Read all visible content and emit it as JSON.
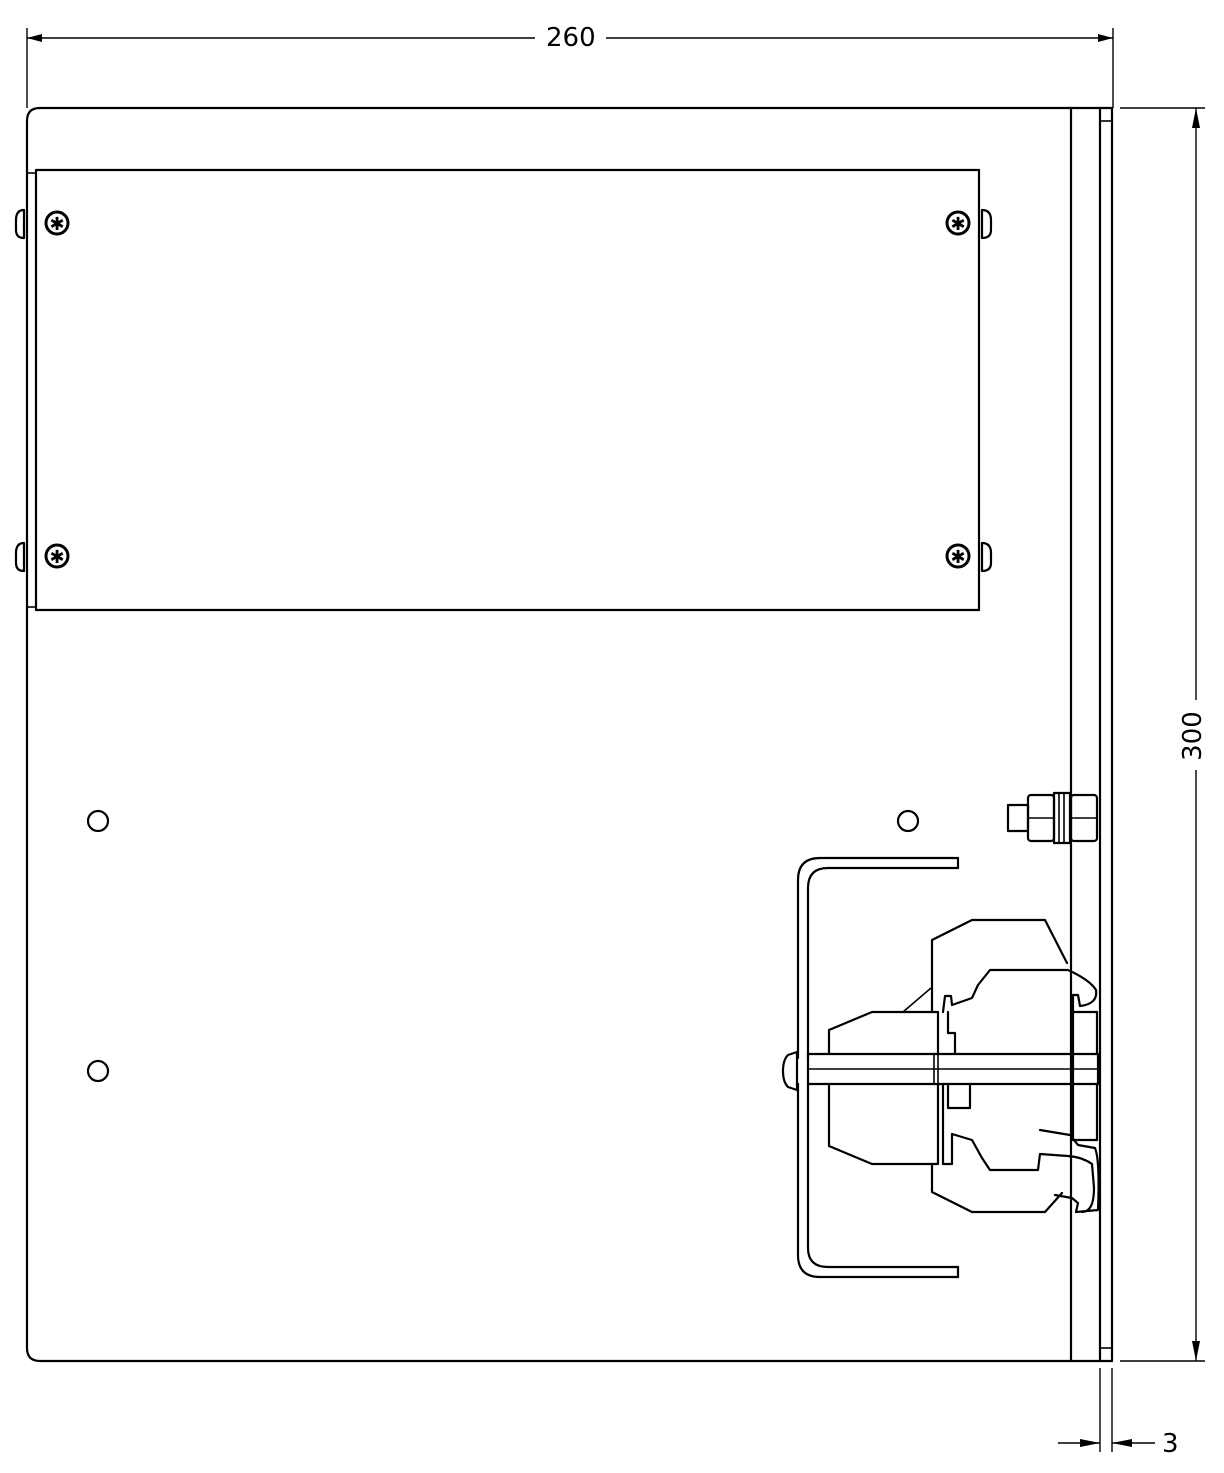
{
  "drawing": {
    "type": "technical side-view drawing of enclosure",
    "units": "mm",
    "colors": {
      "line": "#000000",
      "background": "#ffffff"
    }
  },
  "dimensions": {
    "width": {
      "value": "260",
      "orientation": "horizontal"
    },
    "height": {
      "value": "300",
      "orientation": "vertical"
    },
    "flange_thickness": {
      "value": "3",
      "orientation": "horizontal"
    }
  },
  "components": [
    {
      "name": "enclosure-body",
      "icon": "rectangle-rounded"
    },
    {
      "name": "cover-plate",
      "screws": 4,
      "icon": "screw-icon"
    },
    {
      "name": "mounting-holes",
      "count": 3,
      "icon": "circle"
    },
    {
      "name": "side-flange",
      "icon": "vertical-bar"
    },
    {
      "name": "ground-bolt",
      "icon": "hex-bolt"
    },
    {
      "name": "din-rail-bracket",
      "icon": "u-bracket"
    },
    {
      "name": "din-rail-terminal-block",
      "icon": "terminal-block"
    }
  ]
}
